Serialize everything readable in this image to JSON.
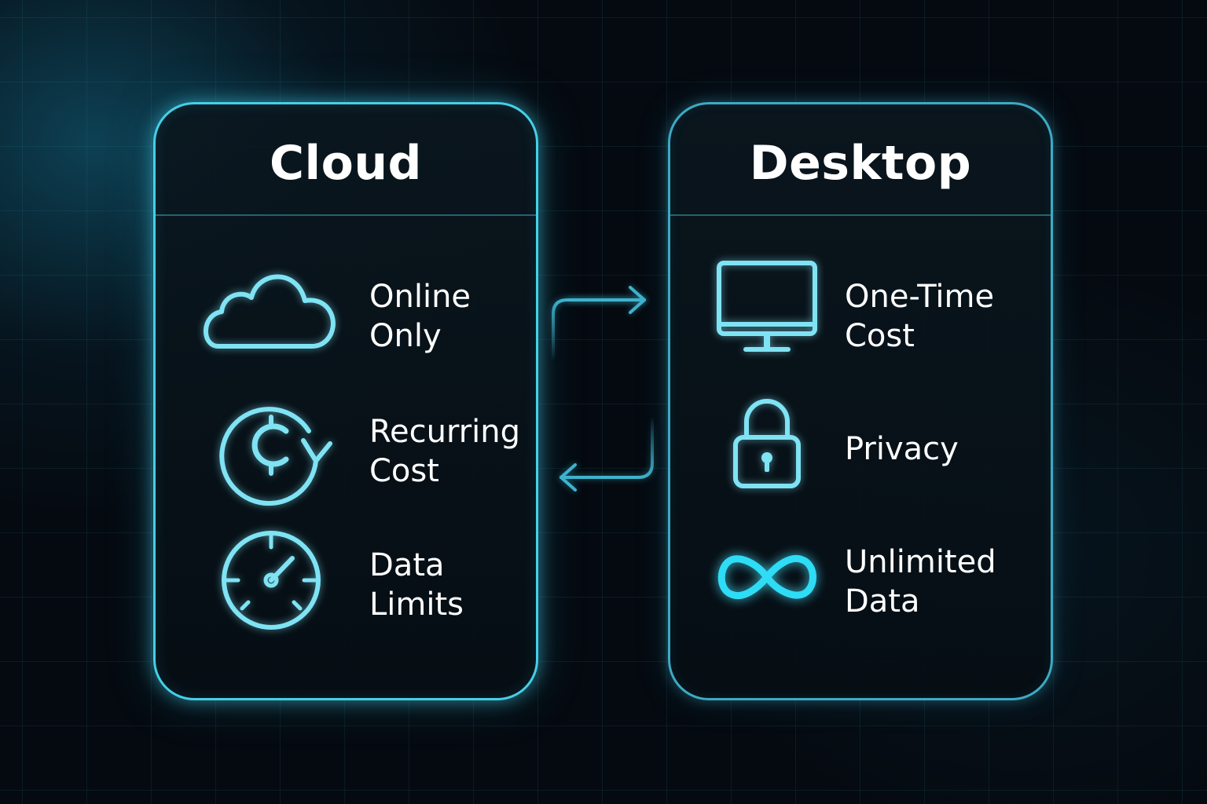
{
  "colors": {
    "accent": "#46cfe8",
    "accent_soft": "#3fa9c4",
    "icon": "#7fe3f4",
    "background": "#050a10"
  },
  "cloud": {
    "title": "Cloud",
    "items": [
      {
        "icon": "cloud-icon",
        "label": "Online\nOnly"
      },
      {
        "icon": "recurring-coin-icon",
        "label": "Recurring\nCost"
      },
      {
        "icon": "speedometer-icon",
        "label": "Data\nLimits"
      }
    ]
  },
  "desktop": {
    "title": "Desktop",
    "items": [
      {
        "icon": "monitor-icon",
        "label": "One-Time\nCost"
      },
      {
        "icon": "padlock-icon",
        "label": "Privacy"
      },
      {
        "icon": "infinity-icon",
        "label": "Unlimited\nData"
      }
    ]
  },
  "connector": {
    "top_arrow": "arrow-right-icon",
    "bottom_arrow": "arrow-left-icon"
  }
}
